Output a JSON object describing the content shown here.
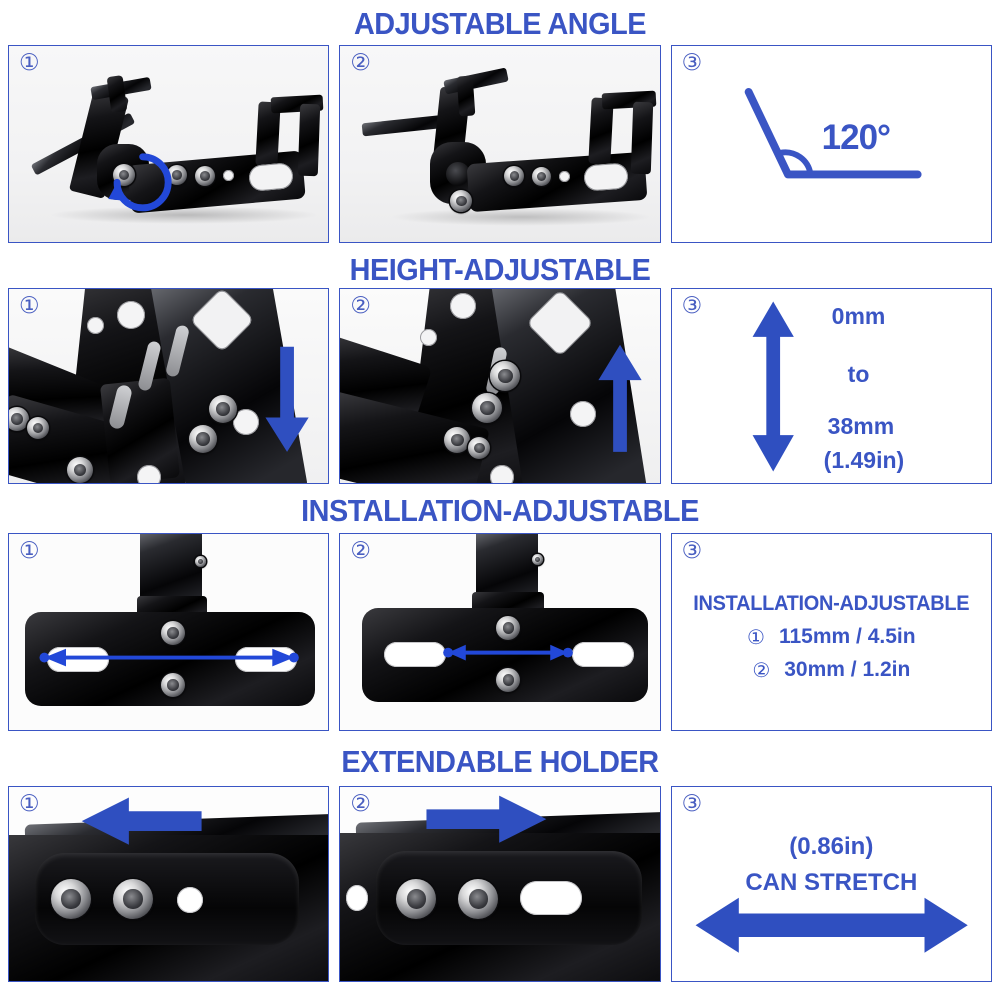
{
  "theme": {
    "accent_blue": "#3a55c4",
    "arrow_blue": "#2f4fc0",
    "panel_border": "#3a55c4",
    "background": "#ffffff"
  },
  "sections": [
    {
      "title": "ADJUSTABLE ANGLE",
      "panels": [
        {
          "badge": "①",
          "type": "photo",
          "caption": "license plate bracket side view with blue rotation arrow around pivot bolt"
        },
        {
          "badge": "②",
          "type": "photo",
          "caption": "license plate bracket tilted to adjusted angle"
        },
        {
          "badge": "③",
          "type": "diagram",
          "angle_label": "120°"
        }
      ]
    },
    {
      "title": "HEIGHT-ADJUSTABLE",
      "panels": [
        {
          "badge": "①",
          "type": "photo",
          "caption": "close up of slotted bracket with blue down arrow"
        },
        {
          "badge": "②",
          "type": "photo",
          "caption": "close up of slotted bracket with blue up arrow"
        },
        {
          "badge": "③",
          "type": "diagram",
          "lines": [
            "0mm",
            "to",
            "38mm",
            "(1.49in)"
          ]
        }
      ]
    },
    {
      "title": "INSTALLATION-ADJUSTABLE",
      "panels": [
        {
          "badge": "①",
          "type": "photo",
          "caption": "mounting plate with wide dimension arrow across outer slot edges"
        },
        {
          "badge": "②",
          "type": "photo",
          "caption": "mounting plate with narrow dimension arrow across inner slot edges"
        },
        {
          "badge": "③",
          "type": "spec",
          "spec_title": "INSTALLATION-ADJUSTABLE",
          "spec_rows": [
            {
              "num": "①",
              "value": "115mm / 4.5in"
            },
            {
              "num": "②",
              "value": "30mm / 1.2in"
            }
          ]
        }
      ]
    },
    {
      "title": "EXTENDABLE HOLDER",
      "panels": [
        {
          "badge": "①",
          "type": "photo",
          "caption": "extendable arm retracted with blue left arrow"
        },
        {
          "badge": "②",
          "type": "photo",
          "caption": "extendable arm extended with blue right arrow"
        },
        {
          "badge": "③",
          "type": "diagram",
          "lines": [
            "(0.86in)",
            "CAN STRETCH"
          ]
        }
      ]
    }
  ]
}
